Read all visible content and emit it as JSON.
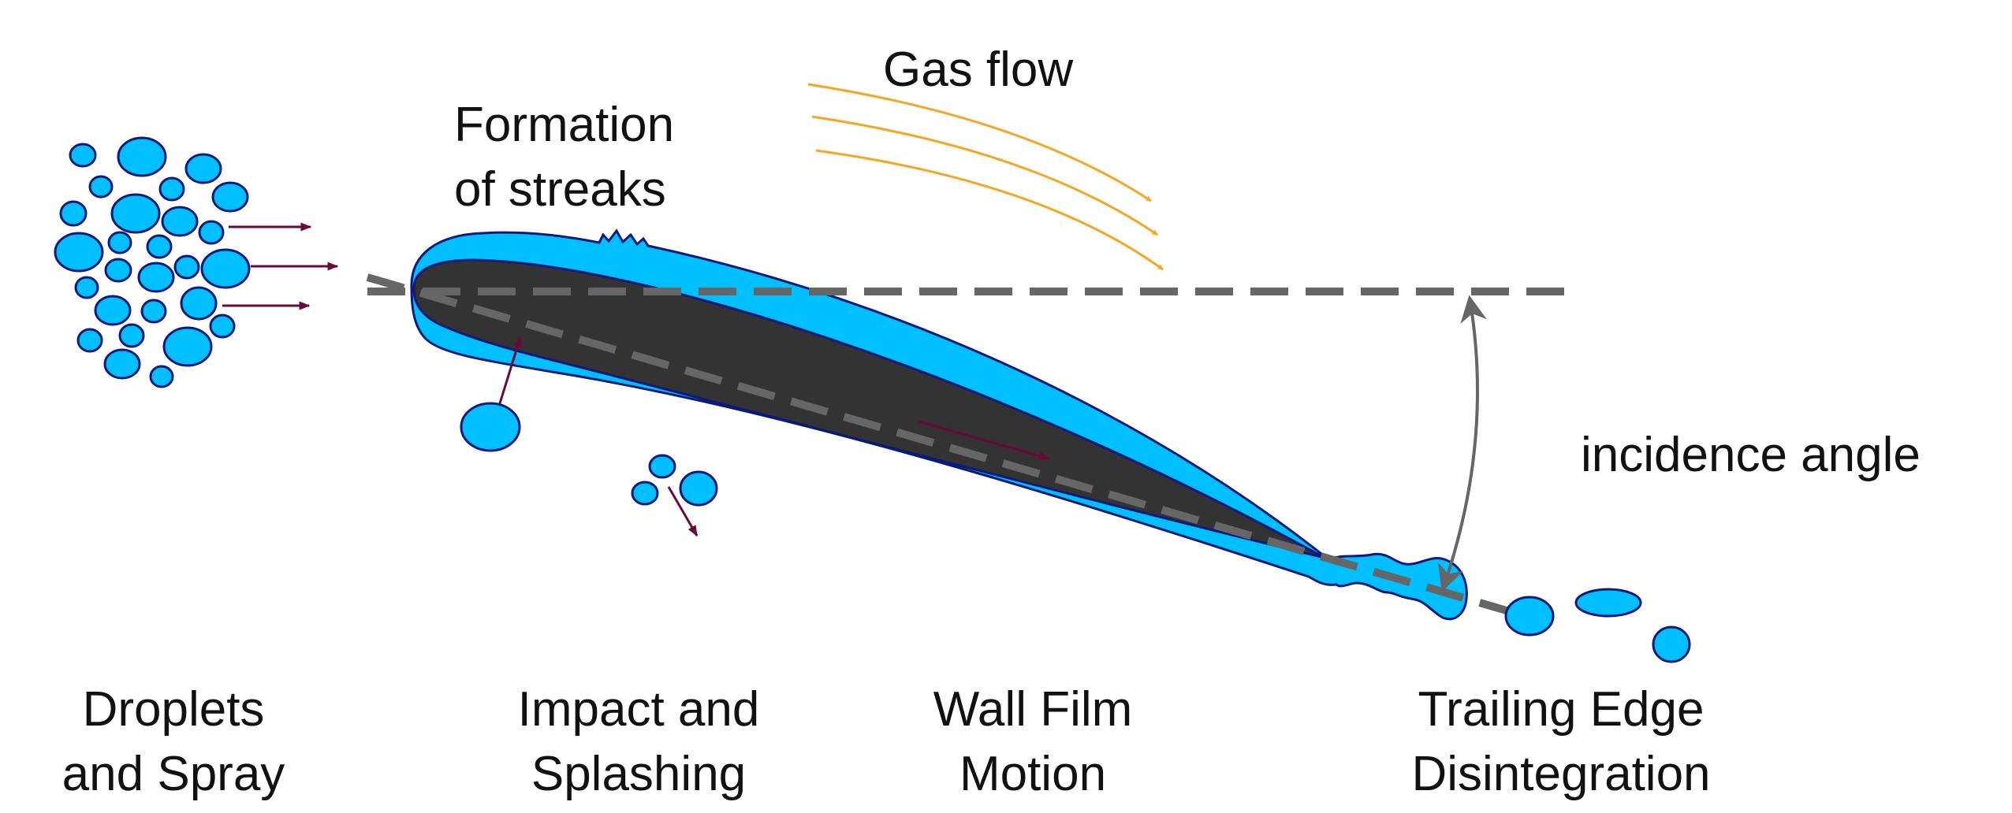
{
  "labels": {
    "gas_flow": "Gas flow",
    "formation_line1": "Formation",
    "formation_line2": "of streaks",
    "incidence_angle": "incidence angle",
    "droplets_line1": "Droplets",
    "droplets_line2": "and Spray",
    "impact_line1": "Impact and",
    "impact_line2": "Splashing",
    "wallfilm_line1": "Wall Film",
    "wallfilm_line2": "Motion",
    "trailing_line1": "Trailing Edge",
    "trailing_line2": "Disintegration"
  },
  "colors": {
    "water": "#00bfff",
    "water_outline": "#0a1a7a",
    "airfoil": "#333333",
    "gas_flow_arrows": "#f5a623",
    "droplet_arrows": "#6a0a3a",
    "reference_lines": "#666666"
  }
}
